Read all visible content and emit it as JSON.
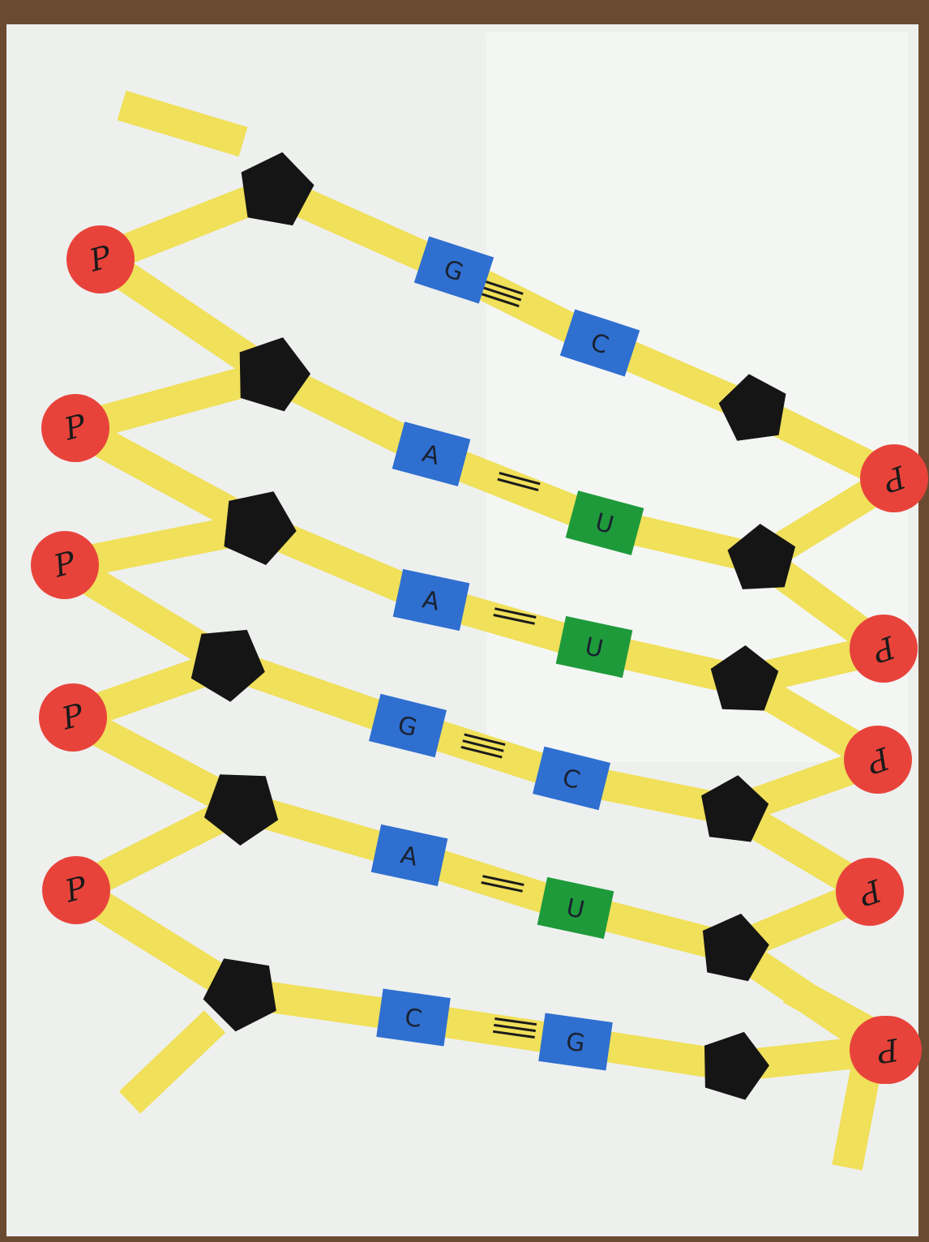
{
  "board": {
    "frame_color": "#6b4a32",
    "surface_color": "#eef0ee",
    "strip_color": "#f0e05a",
    "phosphate_color": "#e8433b",
    "sugar_color": "#151515"
  },
  "phosphate_label": "P",
  "base_pairs": [
    {
      "left": "G",
      "right": "C",
      "bond": "≡",
      "left_color": "#2f6fd0",
      "right_color": "#2f6fd0"
    },
    {
      "left": "A",
      "right": "U",
      "bond": "=",
      "left_color": "#2f6fd0",
      "right_color": "#1e9a3a"
    },
    {
      "left": "A",
      "right": "U",
      "bond": "=",
      "left_color": "#2f6fd0",
      "right_color": "#1e9a3a"
    },
    {
      "left": "G",
      "right": "C",
      "bond": "≡",
      "left_color": "#2f6fd0",
      "right_color": "#2f6fd0"
    },
    {
      "left": "A",
      "right": "U",
      "bond": "=",
      "left_color": "#2f6fd0",
      "right_color": "#1e9a3a"
    },
    {
      "left": "C",
      "right": "G",
      "bond": "≡",
      "left_color": "#2f6fd0",
      "right_color": "#2f6fd0"
    }
  ]
}
